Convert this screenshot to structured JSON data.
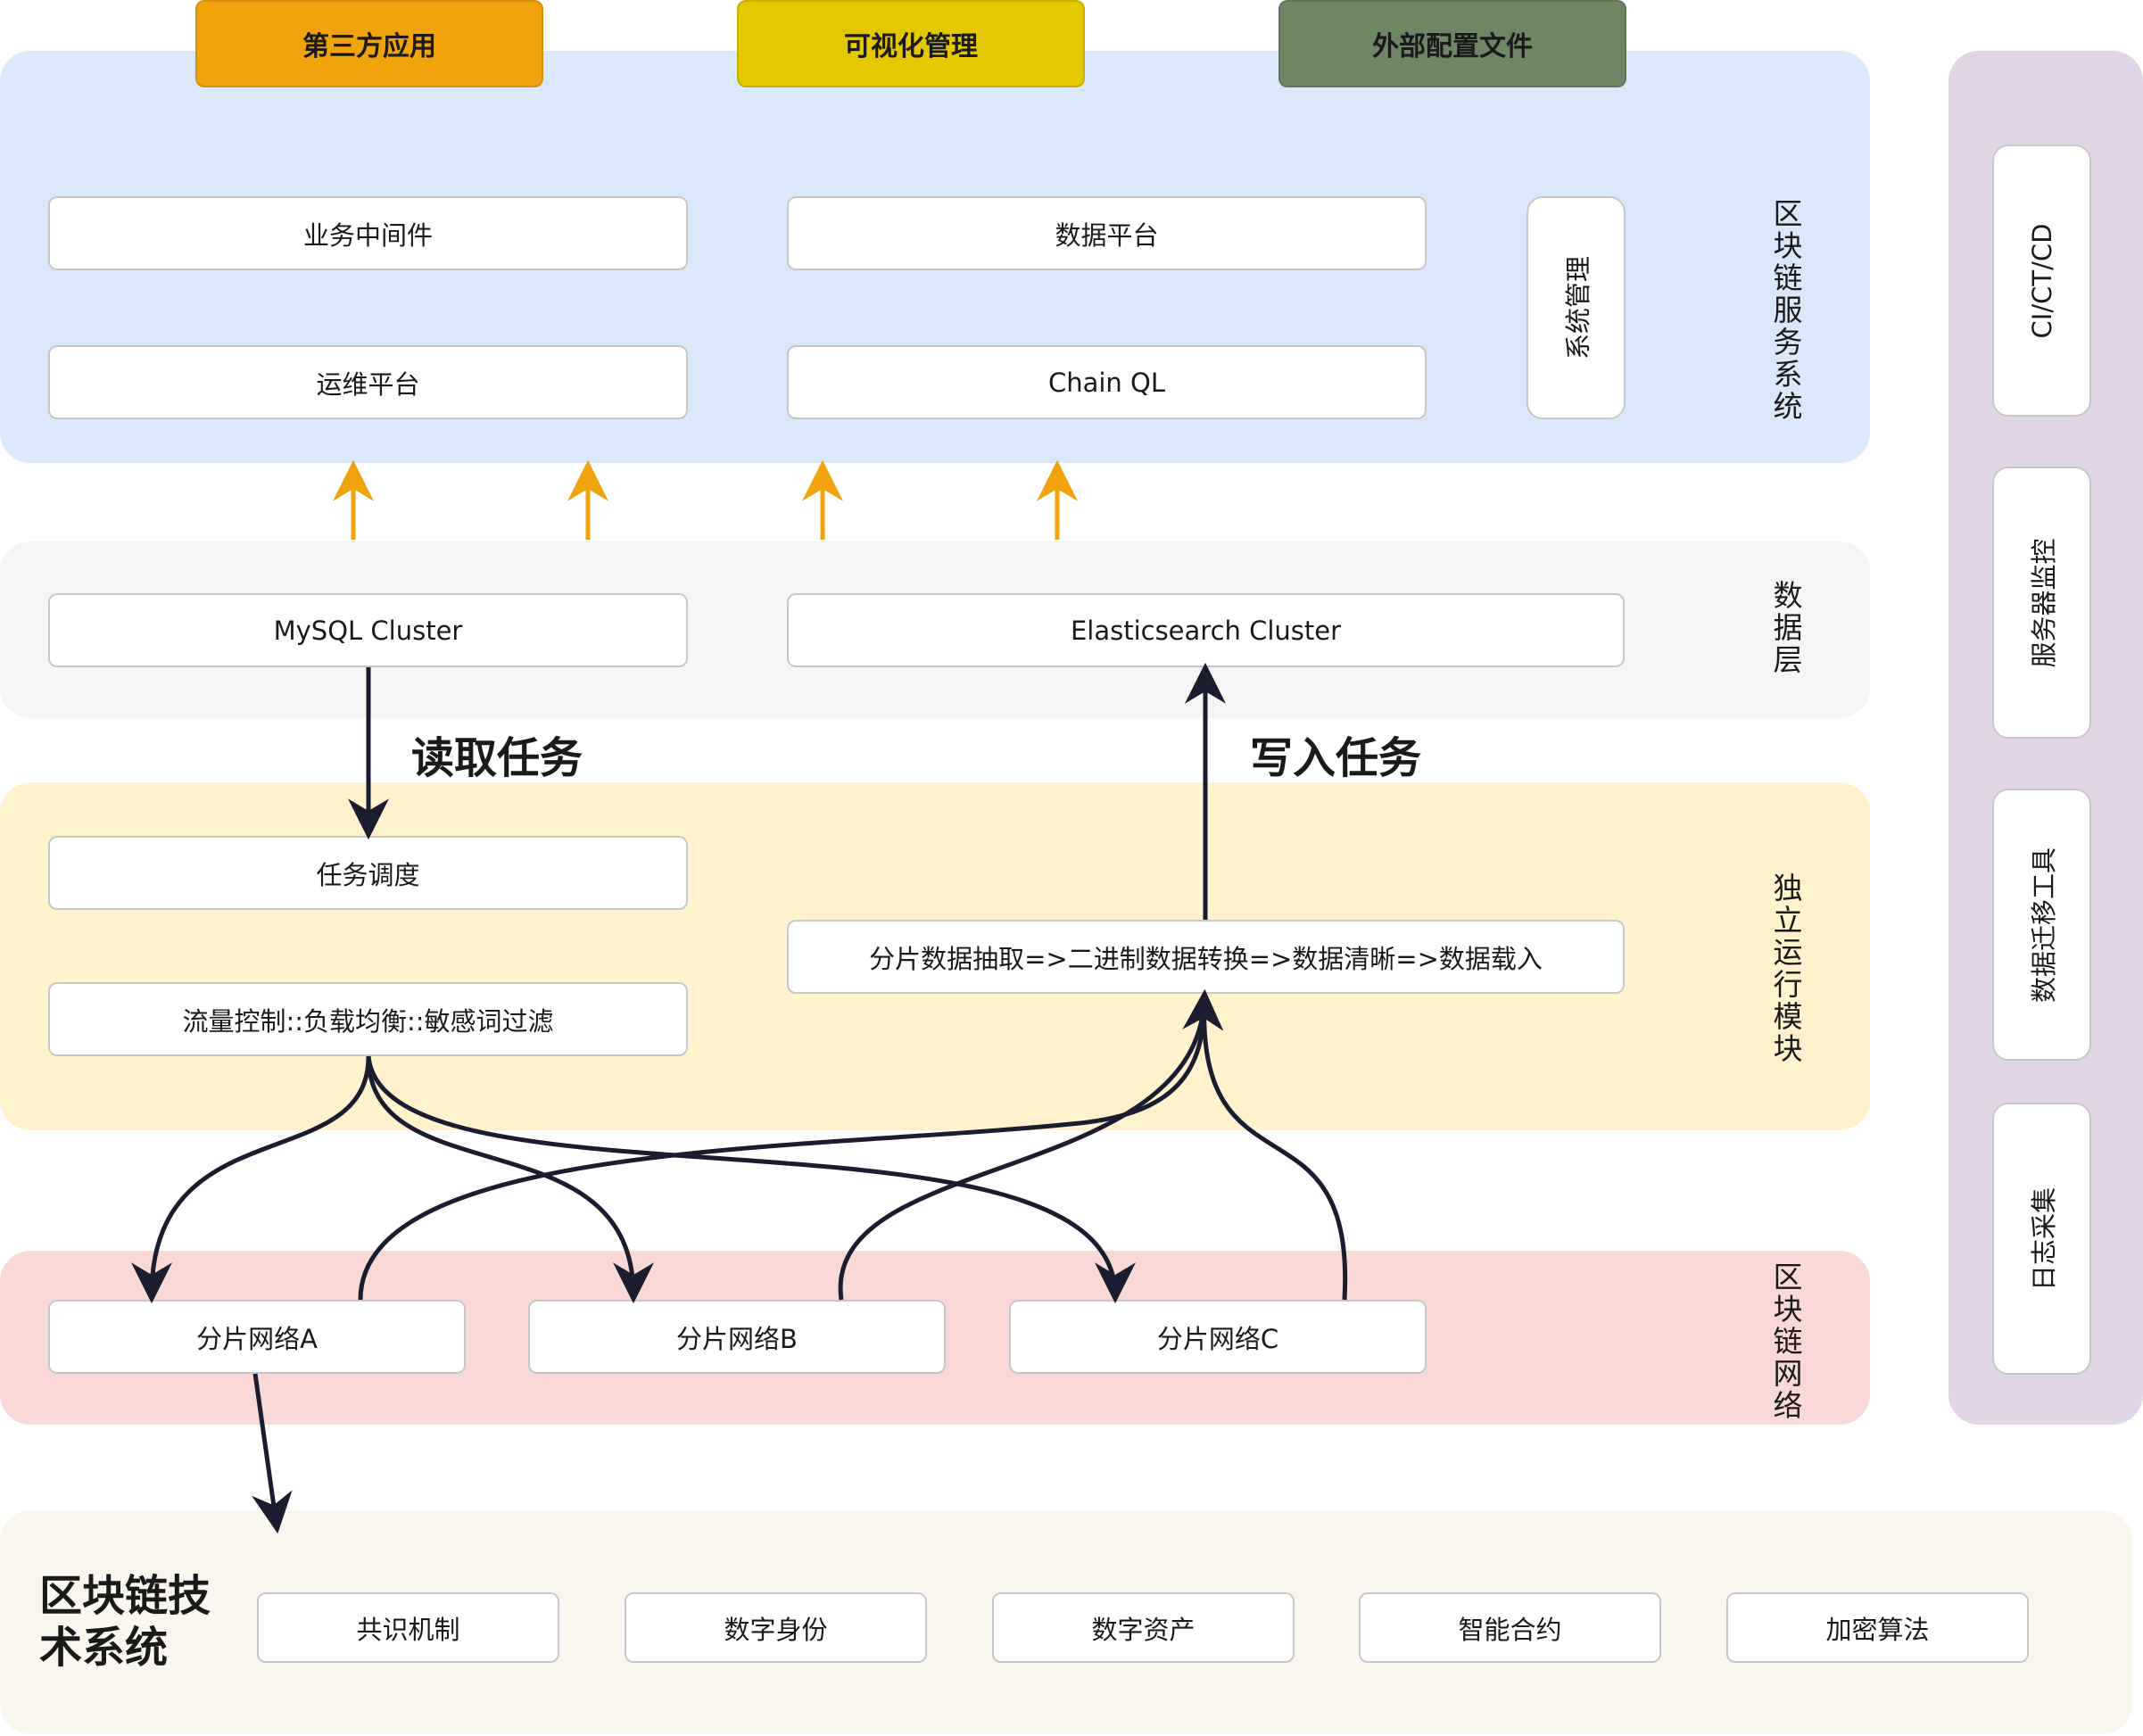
{
  "top_tabs": [
    {
      "label": "第三方应用",
      "color": "#f0a30a"
    },
    {
      "label": "可视化管理",
      "color": "#e3c800"
    },
    {
      "label": "外部配置文件",
      "color": "#6d8764"
    }
  ],
  "service_layer": {
    "label": "区块链服务系统",
    "business_middleware": "业务中间件",
    "data_platform": "数据平台",
    "ops_platform": "运维平台",
    "chain_ql": "Chain QL",
    "system_management": "系统管理"
  },
  "data_layer": {
    "label": "数据层",
    "mysql": "MySQL Cluster",
    "elasticsearch": "Elasticsearch Cluster"
  },
  "tasks": {
    "read": "读取任务",
    "write": "写入任务"
  },
  "module_layer": {
    "label": "独立运行模块",
    "scheduling": "任务调度",
    "traffic": "流量控制::负载均衡::敏感词过滤",
    "pipeline": "分片数据抽取=>二进制数据转换=>数据清晰=>数据载入"
  },
  "network_layer": {
    "label": "区块链网络",
    "shard_a": "分片网络A",
    "shard_b": "分片网络B",
    "shard_c": "分片网络C"
  },
  "tech_layer": {
    "title": "区块链技术系统",
    "items": [
      "共识机制",
      "数字身份",
      "数字资产",
      "智能合约",
      "加密算法"
    ]
  },
  "ops_tools": [
    "CI/CT/CD",
    "服务器监控",
    "数据迁移工具",
    "日志采集"
  ],
  "colors": {
    "service_bg": "#dae8fc",
    "data_bg": "#f5f5f5",
    "module_bg": "#fff2cc",
    "network_bg": "#f8d9d5",
    "tech_bg": "#f9f7ed",
    "tools_bg": "#e1d5e7",
    "orange_arrow": "#f0a30a",
    "dark_arrow": "#1c1c30"
  }
}
